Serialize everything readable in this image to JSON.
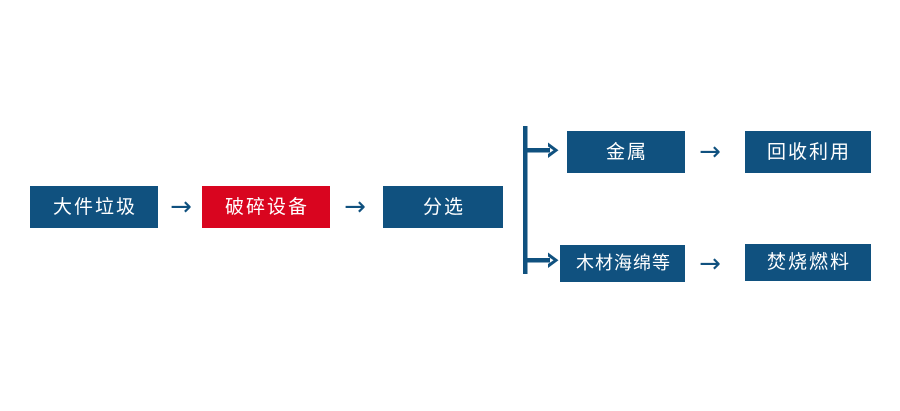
{
  "diagram": {
    "title": "",
    "background_color": "#ffffff",
    "colors": {
      "primary_blue": "#10517f",
      "highlight_red": "#d9051f",
      "node_text": "#ffffff",
      "connector": "#10517f"
    },
    "nodes": [
      {
        "id": "bulky-waste",
        "label": "大件垃圾",
        "color": "#10517f"
      },
      {
        "id": "crusher",
        "label": "破碎设备",
        "color": "#d9051f"
      },
      {
        "id": "sorting",
        "label": "分选",
        "color": "#10517f"
      },
      {
        "id": "metal",
        "label": "金属",
        "color": "#10517f"
      },
      {
        "id": "recycle",
        "label": "回收利用",
        "color": "#10517f"
      },
      {
        "id": "wood-sponge",
        "label": "木材海绵等",
        "color": "#10517f"
      },
      {
        "id": "fuel",
        "label": "焚烧燃料",
        "color": "#10517f"
      }
    ],
    "connectors": [
      {
        "id": "arrow-1",
        "icon": "arrow-right-icon",
        "glyph": "→",
        "from": "bulky-waste",
        "to": "crusher"
      },
      {
        "id": "arrow-2",
        "icon": "arrow-right-icon",
        "glyph": "→",
        "from": "crusher",
        "to": "sorting"
      },
      {
        "id": "bracket",
        "icon": "branch-split-icon",
        "glyph": "",
        "from": "sorting",
        "to": "metal,wood-sponge"
      },
      {
        "id": "arrow-3",
        "icon": "arrow-right-icon",
        "glyph": "→",
        "from": "metal",
        "to": "recycle"
      },
      {
        "id": "arrow-4",
        "icon": "arrow-right-icon",
        "glyph": "→",
        "from": "wood-sponge",
        "to": "fuel"
      }
    ]
  }
}
